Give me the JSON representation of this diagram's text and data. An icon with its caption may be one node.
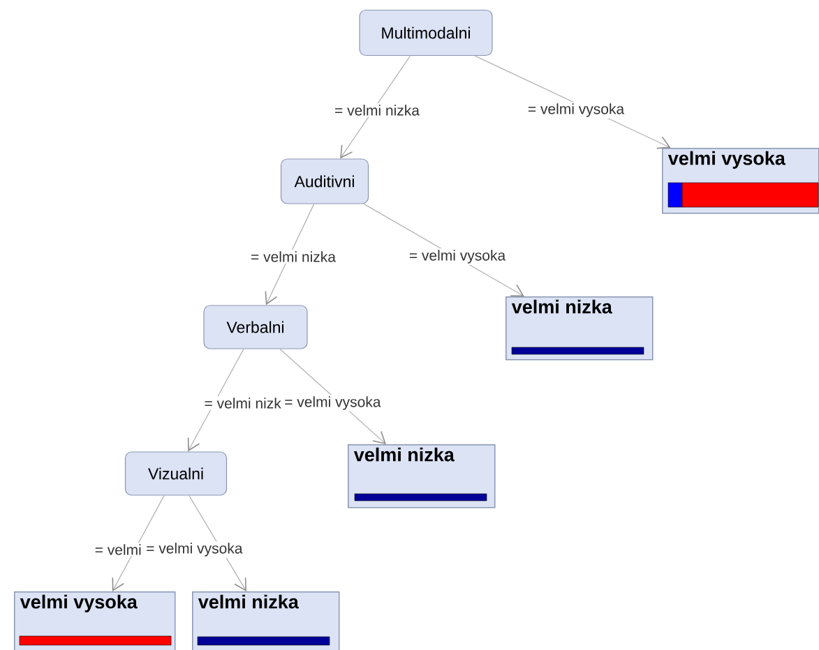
{
  "diagram": {
    "nodes": [
      {
        "text": [
          "Multimodalni"
        ]
      },
      {
        "text": [
          "Auditivni"
        ]
      },
      {
        "text": [
          "velmi vysoka"
        ]
      },
      {
        "text": [
          "Verbalni"
        ]
      },
      {
        "text": [
          "velmi nizka"
        ]
      },
      {
        "text": [
          "Vizualni"
        ]
      },
      {
        "text": [
          "velmi nizka"
        ]
      },
      {
        "text": [
          "velmi vysoka"
        ]
      },
      {
        "text": [
          "velmi nizka"
        ]
      }
    ],
    "edges": [
      {
        "from": 0,
        "to": 1,
        "arrow": "to",
        "label": "= velmi nizka"
      },
      {
        "from": 0,
        "to": 2,
        "arrow": "to",
        "label": "= velmi vysoka"
      },
      {
        "from": 1,
        "to": 3,
        "arrow": "to",
        "label": "= velmi nizka"
      },
      {
        "from": 1,
        "to": 4,
        "arrow": "to",
        "label": "= velmi vysoka"
      },
      {
        "from": 3,
        "to": 5,
        "arrow": "to",
        "label": "= velmi nizk"
      },
      {
        "from": 3,
        "to": 6,
        "arrow": "to",
        "label": "= velmi vysoka"
      },
      {
        "from": 5,
        "to": 7,
        "arrow": "to",
        "label": "= velmi"
      },
      {
        "from": 5,
        "to": 8,
        "arrow": "to",
        "label": "= velmi vysoka"
      }
    ]
  }
}
